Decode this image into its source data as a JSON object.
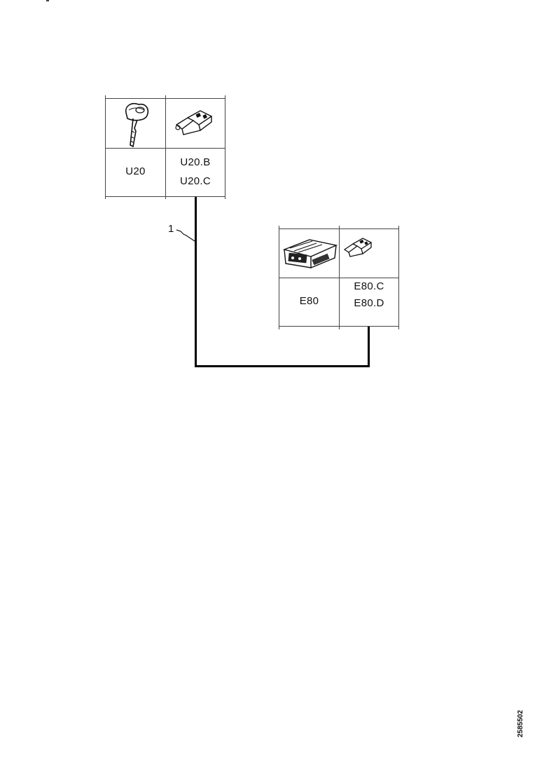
{
  "diagram": {
    "component_a": {
      "component_label": "U20",
      "connector_labels": [
        "U20.B",
        "U20.C"
      ],
      "component_icon": "ignition-key-icon",
      "connector_icon": "plug-connector-icon"
    },
    "component_b": {
      "component_label": "E80",
      "connector_labels": [
        "E80.C",
        "E80.D"
      ],
      "component_icon": "control-module-icon",
      "connector_icon": "plug-connector-icon"
    },
    "wire_callout": "1",
    "document_id": "2585502",
    "colors": {
      "line": "#000000",
      "grid": "#444444",
      "background": "#ffffff"
    }
  }
}
